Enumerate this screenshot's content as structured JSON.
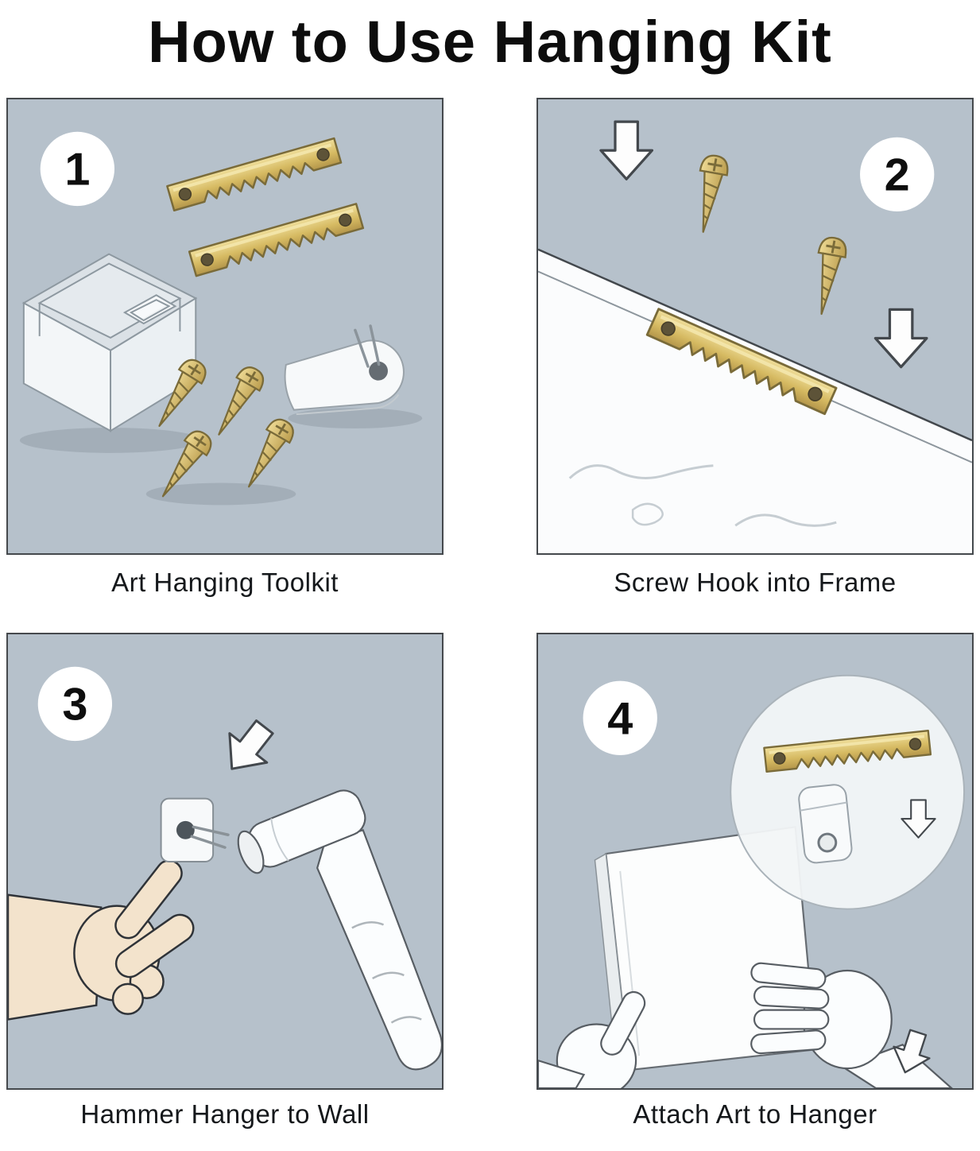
{
  "title": "How to Use Hanging Kit",
  "colors": {
    "panel_bg": "#b6c1cb",
    "gold": "#d6ba62",
    "gold_dark": "#7a6b39",
    "outline": "#43484d",
    "skin": "#f3e3cc",
    "white": "#fcfdfe"
  },
  "panels": [
    {
      "number": "1",
      "caption": "Art Hanging Toolkit",
      "icons": [
        "storage-case",
        "sawtooth-hanger",
        "sawtooth-hanger",
        "plastic-hook",
        "screw",
        "screw",
        "screw",
        "screw"
      ]
    },
    {
      "number": "2",
      "caption": "Screw Hook into Frame",
      "icons": [
        "frame-board",
        "sawtooth-hanger",
        "screw",
        "screw",
        "down-arrow",
        "down-arrow"
      ]
    },
    {
      "number": "3",
      "caption": "Hammer Hanger to Wall",
      "icons": [
        "hand",
        "wall-hanger",
        "hammer",
        "down-arrow"
      ]
    },
    {
      "number": "4",
      "caption": "Attach Art to Hanger",
      "icons": [
        "magnifier-detail",
        "sawtooth-hanger",
        "wall-hook",
        "canvas",
        "left-hand",
        "right-hand",
        "down-arrow",
        "down-arrow"
      ]
    }
  ]
}
